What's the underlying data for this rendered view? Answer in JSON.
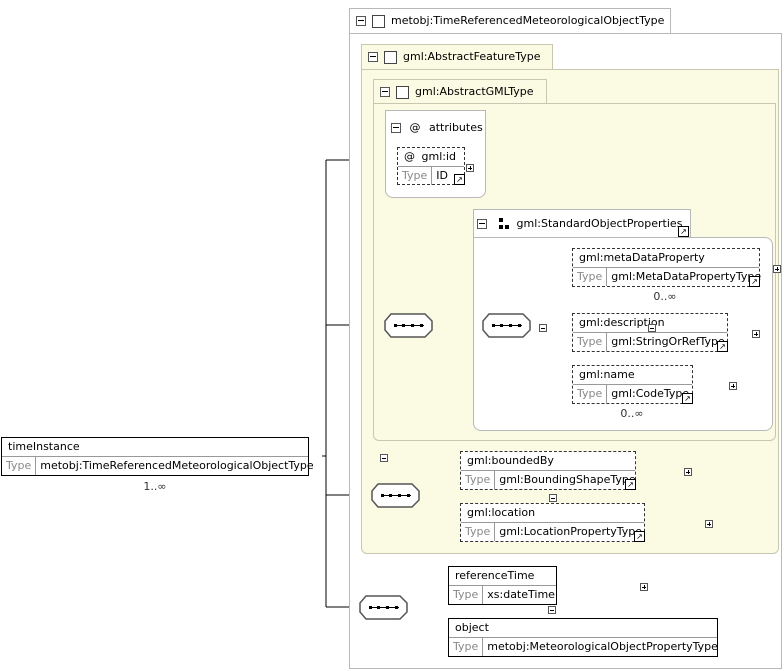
{
  "outer_type": {
    "label": "metobj:TimeReferencedMeteorologicalObjectType"
  },
  "abstract_feature": {
    "label": "gml:AbstractFeatureType"
  },
  "abstract_gml": {
    "label": "gml:AbstractGMLType"
  },
  "attributes_group": {
    "label": "attributes",
    "at_symbol": "@"
  },
  "gml_id": {
    "name": "gml:id",
    "at_symbol": "@",
    "type_label": "Type",
    "type_value": "ID"
  },
  "standard_props": {
    "label": "gml:StandardObjectProperties"
  },
  "meta_data_property": {
    "name": "gml:metaDataProperty",
    "type_label": "Type",
    "type_value": "gml:MetaDataPropertyType",
    "cardinality": "0..∞"
  },
  "description": {
    "name": "gml:description",
    "type_label": "Type",
    "type_value": "gml:StringOrRefType"
  },
  "gml_name": {
    "name": "gml:name",
    "type_label": "Type",
    "type_value": "gml:CodeType",
    "cardinality": "0..∞"
  },
  "bounded_by": {
    "name": "gml:boundedBy",
    "type_label": "Type",
    "type_value": "gml:BoundingShapeType"
  },
  "location": {
    "name": "gml:location",
    "type_label": "Type",
    "type_value": "gml:LocationPropertyType"
  },
  "time_instance": {
    "name": "timeInstance",
    "type_label": "Type",
    "type_value": "metobj:TimeReferencedMeteorologicalObjectType",
    "cardinality": "1..∞"
  },
  "reference_time": {
    "name": "referenceTime",
    "type_label": "Type",
    "type_value": "xs:dateTime"
  },
  "object": {
    "name": "object",
    "type_label": "Type",
    "type_value": "metobj:MeteorologicalObjectPropertyType"
  },
  "icons": [
    "collapse-toggle",
    "expand-toggle",
    "type-checkbox",
    "sequence-compositor",
    "external-link-arrow",
    "group-reference-icon"
  ]
}
